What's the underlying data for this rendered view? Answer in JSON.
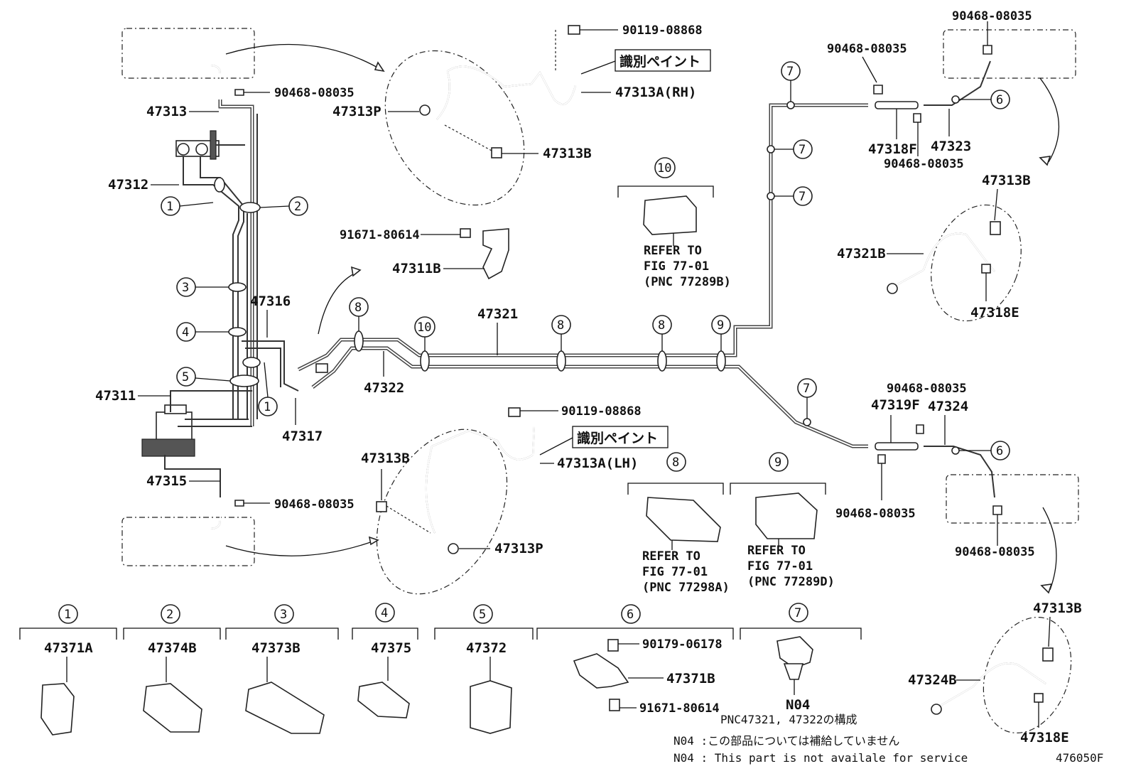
{
  "labels": {
    "p47313": "47313",
    "p47313P_top": "47313P",
    "p47313P_bot": "47313P",
    "p47312": "47312",
    "p47316": "47316",
    "p47311": "47311",
    "p47315": "47315",
    "p47317": "47317",
    "p47322": "47322",
    "p47321": "47321",
    "p47311B": "47311B",
    "p91671_top": "91671-80614",
    "p91671_bot": "91671-80614",
    "p90119_top": "90119-08868",
    "p90119_bot": "90119-08868",
    "p47313A_RH": "47313A(RH)",
    "p47313A_LH": "47313A(LH)",
    "p47313B_top": "47313B",
    "p47313B_mid": "47313B",
    "p47313B_right1": "47313B",
    "p47313B_right2": "47313B",
    "p90468_a": "90468-08035",
    "p90468_b": "90468-08035",
    "p90468_c": "90468-08035",
    "p90468_d": "90468-08035",
    "p90468_e": "90468-08035",
    "p90468_f": "90468-08035",
    "p90468_g": "90468-08035",
    "p90468_h": "90468-08035",
    "p47318F": "47318F",
    "p47323": "47323",
    "p47321B": "47321B",
    "p47318E_1": "47318E",
    "p47318E_2": "47318E",
    "p47319F": "47319F",
    "p47324": "47324",
    "p47324B": "47324B",
    "paint_top": "識別ペイント",
    "paint_bot": "識別ペイント",
    "p47371A": "47371A",
    "p47374B": "47374B",
    "p47373B": "47373B",
    "p47375": "47375",
    "p47372": "47372",
    "p90179": "90179-06178",
    "p47371B": "47371B",
    "pN04": "N04",
    "pnc_title": "PNC47321, 47322の構成",
    "note1": "N04 :この部品については補給していません",
    "note2": "N04 : This part is not availale for service",
    "fig_id": "476050F"
  },
  "refer": {
    "r10_l1": "REFER TO",
    "r10_l2": "FIG 77-01",
    "r10_l3": "(PNC 77289B)",
    "r8_l1": "REFER TO",
    "r8_l2": "FIG 77-01",
    "r8_l3": "(PNC 77298A)",
    "r9_l1": "REFER TO",
    "r9_l2": "FIG 77-01",
    "r9_l3": "(PNC 77289D)"
  },
  "circles": {
    "c1": "1",
    "c2": "2",
    "c3": "3",
    "c4": "4",
    "c5": "5",
    "c6": "6",
    "c7": "7",
    "c8": "8",
    "c9": "9",
    "c10": "10"
  }
}
